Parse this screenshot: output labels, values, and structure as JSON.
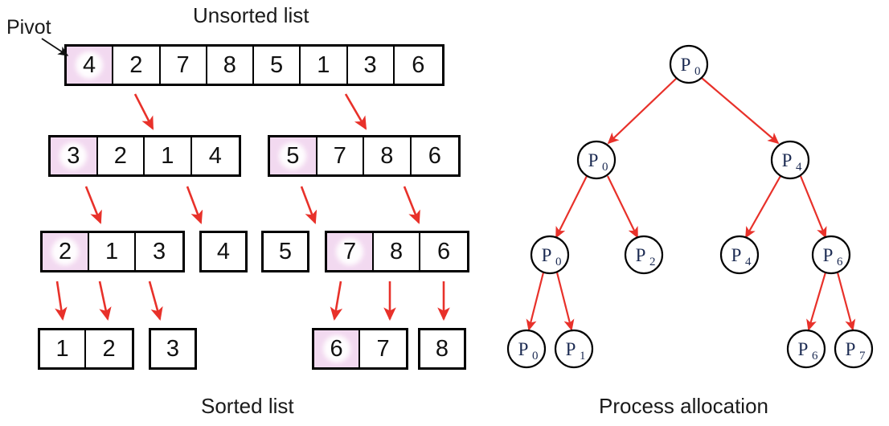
{
  "figure": {
    "left_caption_top": "Unsorted list",
    "left_caption_bottom": "Sorted list",
    "right_caption_bottom": "Process allocation",
    "pivot_label": "Pivot",
    "pivot_highlight_color": "#f2d9f0",
    "arrow_color": "#e8312a",
    "pivot_arrow_color": "#000000",
    "box_border_color": "#000000"
  },
  "quicksort": {
    "levels": [
      {
        "level": 1,
        "groups": [
          {
            "values": [
              "4",
              "2",
              "7",
              "8",
              "5",
              "1",
              "3",
              "6"
            ],
            "pivot_index": 0
          }
        ]
      },
      {
        "level": 2,
        "groups": [
          {
            "values": [
              "3",
              "2",
              "1",
              "4"
            ],
            "pivot_index": 0
          },
          {
            "values": [
              "5",
              "7",
              "8",
              "6"
            ],
            "pivot_index": 0
          }
        ]
      },
      {
        "level": 3,
        "groups": [
          {
            "values": [
              "2",
              "1",
              "3"
            ],
            "pivot_index": 0
          },
          {
            "values": [
              "4"
            ],
            "pivot_index": -1
          },
          {
            "values": [
              "5"
            ],
            "pivot_index": -1
          },
          {
            "values": [
              "7",
              "8",
              "6"
            ],
            "pivot_index": 0
          }
        ]
      },
      {
        "level": 4,
        "groups": [
          {
            "values": [
              "1",
              "2"
            ],
            "pivot_index": -1
          },
          {
            "values": [
              "3"
            ],
            "pivot_index": -1
          },
          {
            "values": [
              "6",
              "7"
            ],
            "pivot_index": 0
          },
          {
            "values": [
              "8"
            ],
            "pivot_index": -1
          }
        ]
      }
    ]
  },
  "process_tree": {
    "levels": [
      {
        "level": 1,
        "nodes": [
          {
            "label": "P",
            "sub": "0"
          }
        ]
      },
      {
        "level": 2,
        "nodes": [
          {
            "label": "P",
            "sub": "0"
          },
          {
            "label": "P",
            "sub": "4"
          }
        ]
      },
      {
        "level": 3,
        "nodes": [
          {
            "label": "P",
            "sub": "0"
          },
          {
            "label": "P",
            "sub": "2"
          },
          {
            "label": "P",
            "sub": "4"
          },
          {
            "label": "P",
            "sub": "6"
          }
        ]
      },
      {
        "level": 4,
        "nodes": [
          {
            "label": "P",
            "sub": "0"
          },
          {
            "label": "P",
            "sub": "1"
          },
          {
            "label": "P",
            "sub": "6"
          },
          {
            "label": "P",
            "sub": "7"
          }
        ]
      }
    ]
  },
  "cells": {
    "r1": [
      "4",
      "2",
      "7",
      "8",
      "5",
      "1",
      "3",
      "6"
    ],
    "r2a": [
      "3",
      "2",
      "1",
      "4"
    ],
    "r2b": [
      "5",
      "7",
      "8",
      "6"
    ],
    "r3a": [
      "2",
      "1",
      "3"
    ],
    "r3b": [
      "4"
    ],
    "r3c": [
      "5"
    ],
    "r3d": [
      "7",
      "8",
      "6"
    ],
    "r4a": [
      "1",
      "2"
    ],
    "r4b": [
      "3"
    ],
    "r4c": [
      "6",
      "7"
    ],
    "r4d": [
      "8"
    ]
  }
}
